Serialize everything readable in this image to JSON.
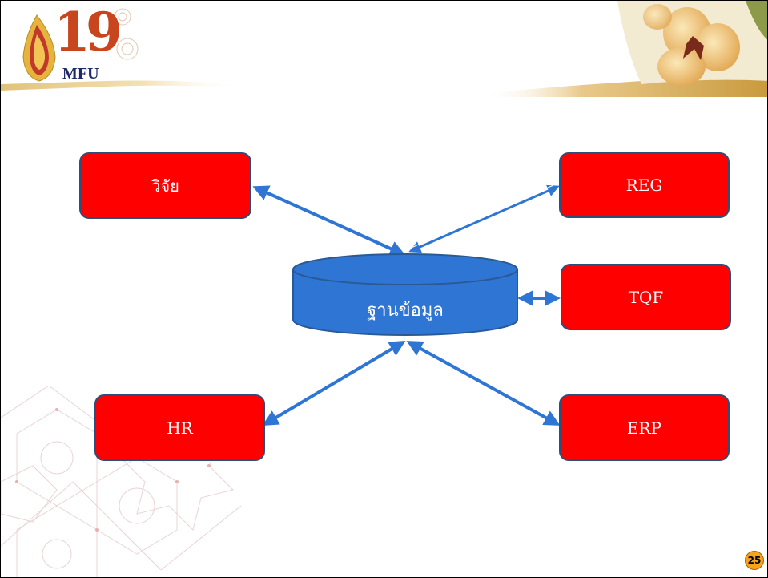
{
  "header": {
    "logo_number": "19",
    "logo_text": "MFU"
  },
  "diagram": {
    "center": {
      "label": "ฐานข้อมูล"
    },
    "nodes": [
      {
        "id": "research",
        "label": "วิจัย"
      },
      {
        "id": "reg",
        "label": "REG"
      },
      {
        "id": "tqf",
        "label": "TQF"
      },
      {
        "id": "hr",
        "label": "HR"
      },
      {
        "id": "erp",
        "label": "ERP"
      }
    ]
  },
  "footer": {
    "page_number": "25"
  },
  "colors": {
    "box_fill": "#ff0000",
    "database_fill": "#2e75d4",
    "arrow": "#2e75d4",
    "page_badge": "#f6a21b"
  }
}
